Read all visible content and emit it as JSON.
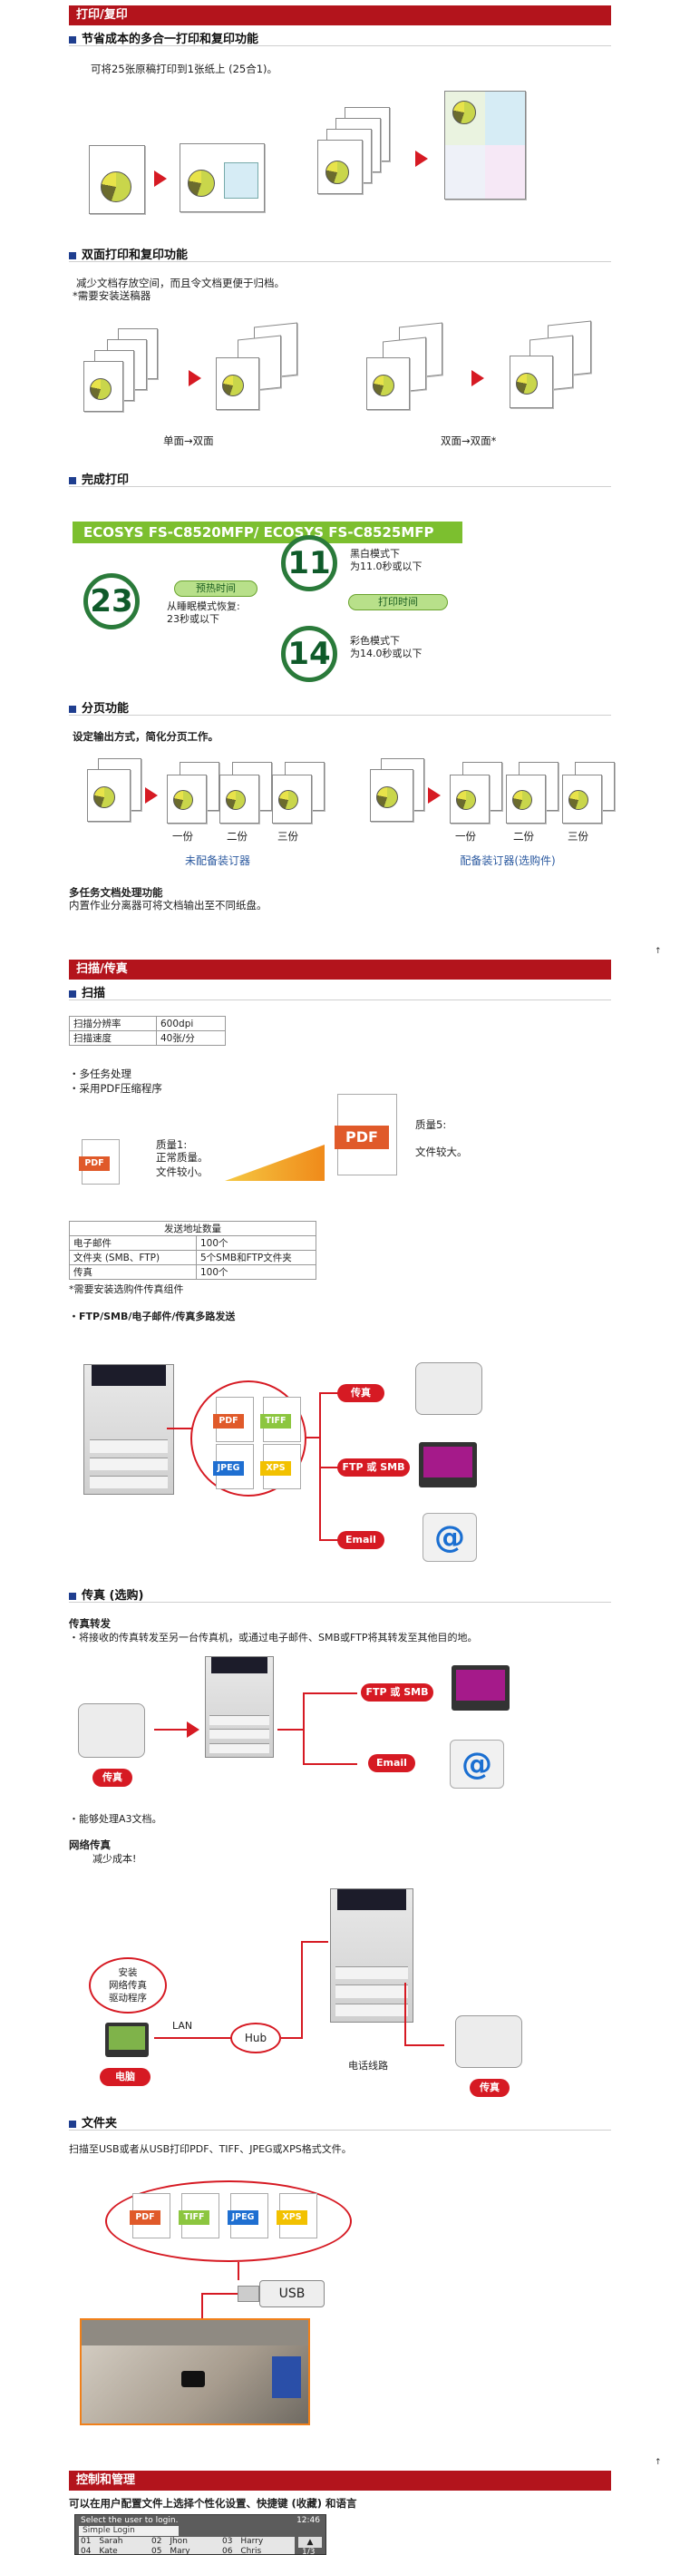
{
  "print_copy": {
    "bar_title": "打印/复印",
    "s1_title": "节省成本的多合一打印和复印功能",
    "s1_text": "可将25张原稿打印到1张纸上 (25合1)。",
    "s2_title": "双面打印和复印功能",
    "s2_text1": "减少文档存放空间，而且令文档更便于归档。",
    "s2_text2": "*需要安装送稿器",
    "s2_cap1": "单面→双面",
    "s2_cap2": "双面→双面*",
    "s3_title": "完成打印",
    "models": "ECOSYS FS-C8520MFP/ ECOSYS FS-C8525MFP",
    "warm_value": "23",
    "warm_pill": "预热时间",
    "warm_text": "从睡眠模式恢复:\n23秒或以下",
    "bw_value": "11",
    "bw_text": "黑白模式下\n为11.0秒或以下",
    "first_pill": "打印时间",
    "color_value": "14",
    "color_text": "彩色模式下\n为14.0秒或以下",
    "s4_title": "分页功能",
    "s4_sub": "设定输出方式，简化分页工作。",
    "copy_labels": [
      "一份",
      "二份",
      "三份"
    ],
    "cap_no_finisher": "未配备装订器",
    "cap_finisher": "配备装订器(选购件)",
    "s5_title": "多任务文档处理功能",
    "s5_text": "内置作业分离器可将文档输出至不同纸盘。"
  },
  "scan_fax": {
    "bar_title": "扫描/传真",
    "scan_title": "扫描",
    "spec_rows": [
      [
        "扫描分辨率",
        "600dpi"
      ],
      [
        "扫描速度",
        "40张/分"
      ]
    ],
    "bullets": [
      "・多任务处理",
      "・采用PDF压缩程序"
    ],
    "q1_label": "质量1:",
    "q1_text": "正常质量。\n文件较小。",
    "q5_label": "质量5:",
    "q5_text": "文件较大。",
    "pdf_tag": "PDF",
    "dest_table_title": "发送地址数量",
    "dest_rows": [
      [
        "电子邮件",
        "100个"
      ],
      [
        "文件夹 (SMB、FTP)",
        "5个SMB和FTP文件夹"
      ],
      [
        "传真",
        "100个"
      ]
    ],
    "dest_note": "*需要安装选购件传真组件",
    "multi_title": "・FTP/SMB/电子邮件/传真多路发送",
    "formats": [
      "PDF",
      "TIFF",
      "JPEG",
      "XPS"
    ],
    "dest_fax": "传真",
    "dest_ftp": "FTP 或 SMB",
    "dest_email": "Email",
    "fax_title": "传真 (选购)",
    "fwd_title": "传真转发",
    "fwd_text": "・将接收的传真转发至另一台传真机，或通过电子邮件、SMB或FTP将其转发至其他目的地。",
    "fwd_fax": "传真",
    "fwd_ftp": "FTP 或 SMB",
    "fwd_email": "Email",
    "a3_text": "・能够处理A3文档。",
    "net_title": "网络传真",
    "net_text": "减少成本!",
    "bubble": "安装\n网络传真\n驱动程序",
    "lan": "LAN",
    "hub": "Hub",
    "line": "电话线路",
    "pc": "电脑",
    "net_fax": "传真",
    "folder_title": "文件夹",
    "folder_text": "扫描至USB或者从USB打印PDF、TIFF、JPEG或XPS格式文件。",
    "usb": "USB"
  },
  "control": {
    "bar_title": "控制和管理",
    "sub": "可以在用户配置文件上选择个性化设置、快捷键 (收藏) 和语言",
    "login_header": "Select the user to login.",
    "login_time": "12:46",
    "login_tab": "Simple Login",
    "users": [
      [
        "01",
        "Sarah"
      ],
      [
        "02",
        "Jhon"
      ],
      [
        "03",
        "Harry"
      ],
      [
        "04",
        "Kate"
      ],
      [
        "05",
        "Mary"
      ],
      [
        "06",
        "Chris"
      ]
    ],
    "pager": "1/3"
  },
  "up_mark": "↑",
  "colors": {
    "bar": "#b3141c",
    "accent_red": "#d61a23",
    "banner_green": "#7cbf2f",
    "link_blue": "#2c5aa0"
  }
}
